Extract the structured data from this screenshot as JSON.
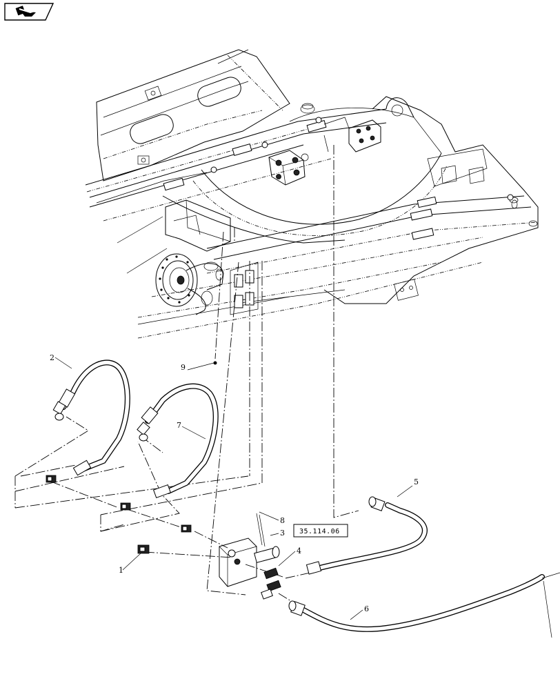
{
  "nav": {
    "icon": "arrow-right-icon"
  },
  "callouts": {
    "c1": "1",
    "c2": "2",
    "c3": "3",
    "c4": "4",
    "c5": "5",
    "c6": "6",
    "c7": "7",
    "c8": "8",
    "c9": "9"
  },
  "reference_box": {
    "label": "35.114.06"
  }
}
